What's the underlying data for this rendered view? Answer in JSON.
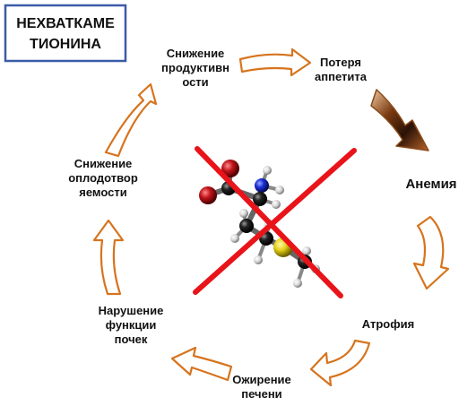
{
  "title_box": {
    "line1": "НЕХВАТКАМЕ",
    "line2": "ТИОНИНА",
    "border_color": "#3a5ba8"
  },
  "cycle_labels": {
    "productivity": [
      "Снижение",
      "продуктивн",
      "ости"
    ],
    "appetite": [
      "Потеря",
      "аппетита"
    ],
    "anemia": [
      "Анемия"
    ],
    "atrophy": [
      "Атрофия"
    ],
    "liver": [
      "Ожирение",
      "печени"
    ],
    "kidney": [
      "Нарушение",
      "функции",
      "почек"
    ],
    "fertility": [
      "Снижение",
      "оплодотвор",
      "яемости"
    ]
  },
  "colors": {
    "arrow_outline": "#d6741e",
    "arrow_fill": "#ffffff",
    "cross": "#e8141a",
    "oxygen": "#c0141a",
    "nitrogen": "#1a2fd6",
    "sulfur": "#e6d21a",
    "carbon": "#1a1a1a",
    "hydrogen": "#e8e8e8"
  },
  "molecule": {
    "name": "methionine-molecule"
  }
}
